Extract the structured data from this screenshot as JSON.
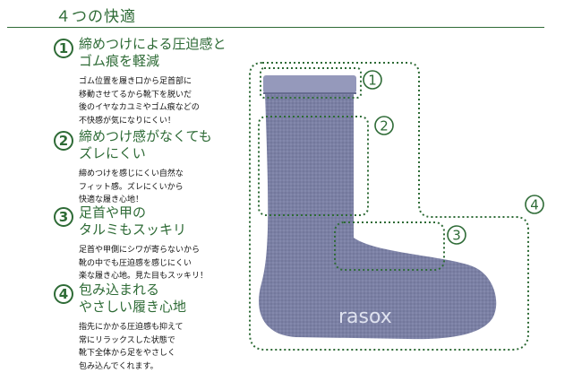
{
  "page_title": "４つの快適",
  "features": [
    {
      "number": "1",
      "title": "締めつけによる圧迫感と\nゴム痕を軽減",
      "desc": "ゴム位置を履き口から足首部に\n移動させてるから靴下を脱いだ\n後のイヤなカユミやゴム痕などの\n不快感が気になりにくい！"
    },
    {
      "number": "2",
      "title": "締めつけ感がなくても\nズレにくい",
      "desc": "締めつけを感じにくい自然な\nフィット感。ズレにくいから\n快適な履き心地！"
    },
    {
      "number": "3",
      "title": "足首や甲の\nタルミもスッキリ",
      "desc": "足首や甲側にシワが寄らないから\n靴の中でも圧迫感を感じにくい\n楽な履き心地。見た目もスッキリ！"
    },
    {
      "number": "4",
      "title": "包み込まれる\nやさしい履き心地",
      "desc": "指先にかかる圧迫感も抑えて\n常にリラックスした状態で\n靴下全体から足をやさしく\n包み込んでくれます。"
    }
  ],
  "zone_labels": [
    "1",
    "2",
    "3",
    "4"
  ],
  "brand_logo": "rasox",
  "colors": {
    "accent_green": "#2e6b36",
    "sock_body": "#7a7fa3",
    "sock_cuff": "#9599bb"
  }
}
